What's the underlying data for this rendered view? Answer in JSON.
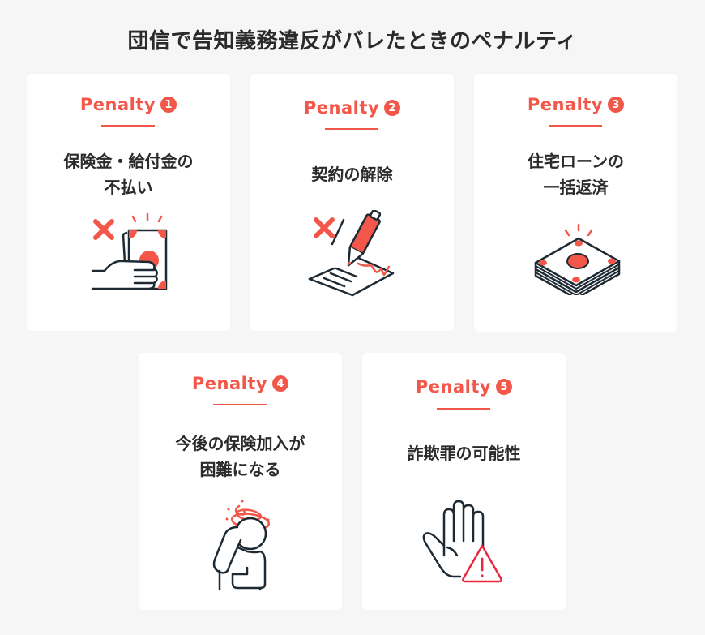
{
  "title": "団信で告知義務違反がバレたときのペナルティ",
  "colors": {
    "background": "#f6f6f6",
    "card": "#ffffff",
    "accent": "#f2574a",
    "text": "#2b2b2b",
    "warning": "#e8283e"
  },
  "cards": [
    {
      "label": "Penalty",
      "number": "1",
      "heading_lines": [
        "保険金・給付金の",
        "不払い"
      ],
      "icon": "hand-holding-money-cross-icon"
    },
    {
      "label": "Penalty",
      "number": "2",
      "heading_lines": [
        "契約の解除"
      ],
      "icon": "pen-signing-contract-cross-icon"
    },
    {
      "label": "Penalty",
      "number": "3",
      "heading_lines": [
        "住宅ローンの",
        "一括返済"
      ],
      "icon": "stack-of-money-icon"
    },
    {
      "label": "Penalty",
      "number": "4",
      "heading_lines": [
        "今後の保険加入が",
        "困難になる"
      ],
      "icon": "dizzy-person-icon"
    },
    {
      "label": "Penalty",
      "number": "5",
      "heading_lines": [
        "詐欺罪の可能性"
      ],
      "icon": "hand-stop-warning-icon"
    }
  ]
}
